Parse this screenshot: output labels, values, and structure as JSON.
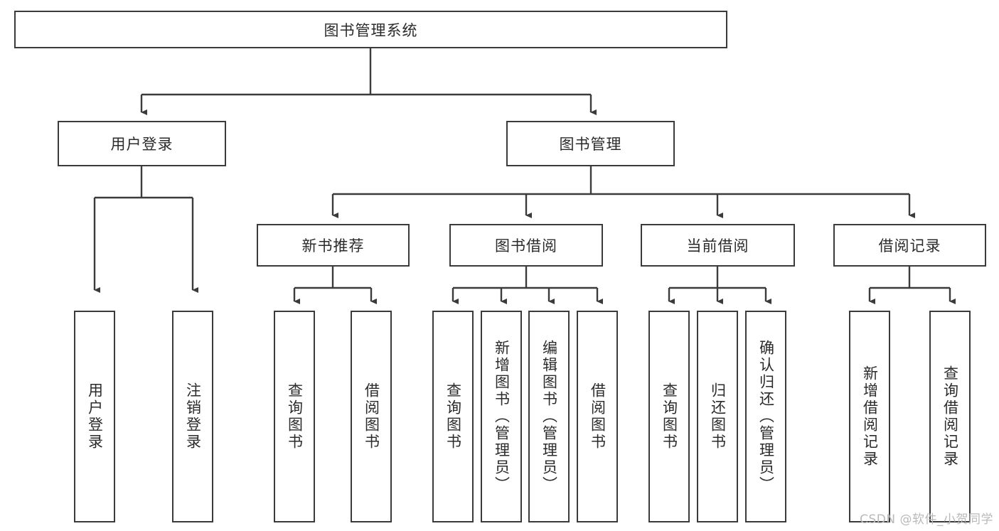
{
  "diagram": {
    "title": "图书管理系统",
    "type": "tree-diagram",
    "root": {
      "label": "图书管理系统"
    },
    "level2": [
      {
        "label": "用户登录"
      },
      {
        "label": "图书管理"
      }
    ],
    "level3": [
      {
        "label": "新书推荐"
      },
      {
        "label": "图书借阅"
      },
      {
        "label": "当前借阅"
      },
      {
        "label": "借阅记录"
      }
    ],
    "leaves": {
      "user_login": [
        {
          "label": "用户登录"
        },
        {
          "label": "注销登录"
        }
      ],
      "new_book_recommend": [
        {
          "label": "查询图书"
        },
        {
          "label": "借阅图书"
        }
      ],
      "book_borrow": [
        {
          "label": "查询图书"
        },
        {
          "label": "新增图书（管理员）"
        },
        {
          "label": "编辑图书（管理员）"
        },
        {
          "label": "借阅图书"
        }
      ],
      "current_borrow": [
        {
          "label": "查询图书"
        },
        {
          "label": "归还图书"
        },
        {
          "label": "确认归还（管理员）"
        }
      ],
      "borrow_record": [
        {
          "label": "新增借阅记录"
        },
        {
          "label": "查询借阅记录"
        }
      ]
    }
  },
  "watermark": {
    "text": "CSDN @软件_小贺同学"
  },
  "colors": {
    "stroke": "#3b3b3b",
    "text": "#2b2b2b",
    "background": "#ffffff",
    "watermark": "#b9b9b9"
  }
}
